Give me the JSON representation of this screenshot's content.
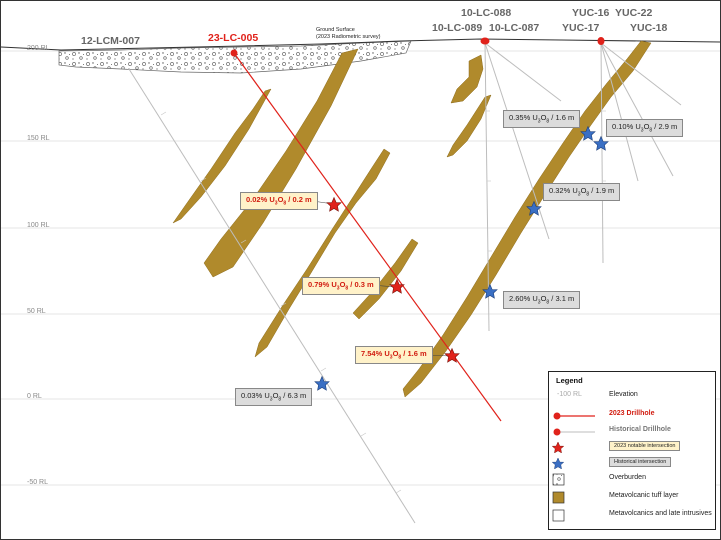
{
  "holes": {
    "lcm007": "12-LCM-007",
    "lc005": "23-LC-005",
    "lc088": "10-LC-088",
    "lc089": "10-LC-089",
    "lc087": "10-LC-087",
    "yuc16": "YUC-16",
    "yuc22": "YUC-22",
    "yuc17": "YUC-17",
    "yuc18": "YUC-18"
  },
  "ground_surface": {
    "line1": "Ground Surface",
    "line2": "(2023 Radiometric survey)"
  },
  "elevations": {
    "rl200": "200 RL",
    "rl150": "150 RL",
    "rl100": "100 RL",
    "rl50": "50 RL",
    "rl0": "0 RL",
    "rlm50": "-50 RL"
  },
  "intersections_2023": [
    {
      "grade": "0.02%",
      "width": "0.2 m"
    },
    {
      "grade": "0.79%",
      "width": "0.3 m"
    },
    {
      "grade": "7.54%",
      "width": "1.6 m"
    }
  ],
  "intersections_historical": [
    {
      "grade": "0.35%",
      "width": "1.6 m"
    },
    {
      "grade": "0.10%",
      "width": "2.9 m"
    },
    {
      "grade": "0.32%",
      "width": "1.9 m"
    },
    {
      "grade": "2.60%",
      "width": "3.1 m"
    },
    {
      "grade": "0.03%",
      "width": "6.3 m"
    }
  ],
  "oxide": {
    "prefix": "U",
    "sub1": "3",
    "mid": "O",
    "sub2": "8"
  },
  "legend": {
    "title": "Legend",
    "elevation_sample": "-100 RL",
    "elevation": "Elevation",
    "drillhole_2023": "2023 Drillhole",
    "drillhole_historical": "Historical Drillhole",
    "notable_2023": "2023 notable intersection",
    "historical_intersection": "Historical intersection",
    "overburden": "Overburden",
    "tuff": "Metavolcanic tuff layer",
    "intrusives": "Metavolcanics and late intrusives"
  },
  "colors": {
    "drill_2023": "#e0221b",
    "tuff": "#b08a2c",
    "star_2023": "#e0221b",
    "star_historical": "#3a6fc4",
    "callout_new_bg": "#fff2c9",
    "callout_hist_bg": "#dcdcdc"
  }
}
